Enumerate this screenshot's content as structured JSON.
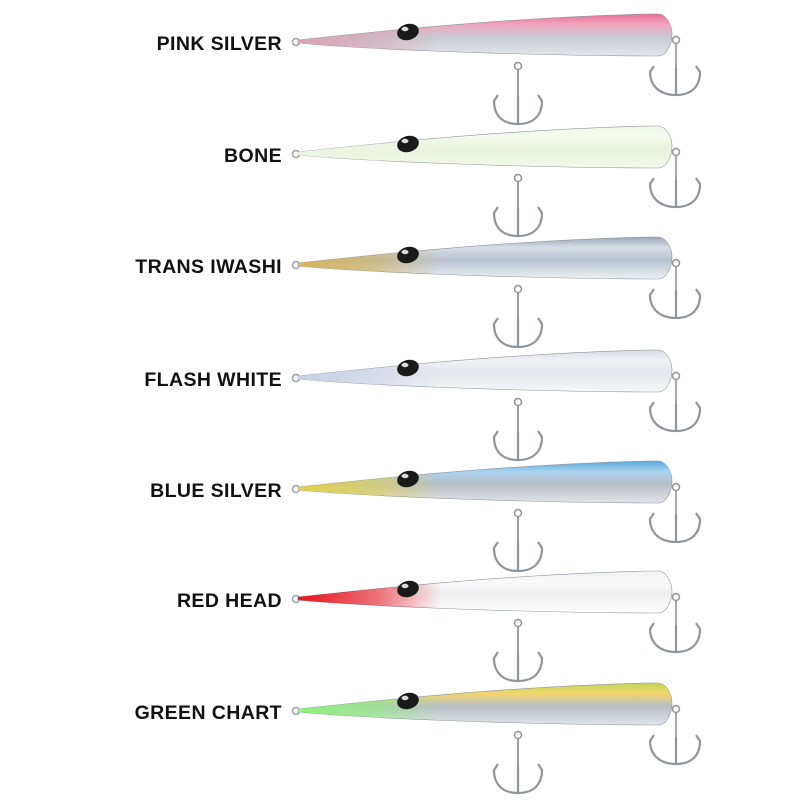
{
  "lures": [
    {
      "name": "PINK SILVER",
      "colors": {
        "top": "#f2a6bf",
        "top2": "#e86f98",
        "belly": "#e3e6ea",
        "body": "#c7ccd2",
        "nose": "#d9a3b6"
      }
    },
    {
      "name": "BONE",
      "colors": {
        "top": "#f5fbef",
        "top2": "#eef7e5",
        "belly": "#f3f9ec",
        "body": "#e8f2dc",
        "nose": "#edf5e3"
      }
    },
    {
      "name": "TRANS IWASHI",
      "colors": {
        "top": "#d8dee6",
        "top2": "#9aa7b8",
        "belly": "#eef1f4",
        "body": "#b7c2cf",
        "nose": "#d6b25a"
      }
    },
    {
      "name": "FLASH WHITE",
      "colors": {
        "top": "#f0f2f5",
        "top2": "#d7dce3",
        "belly": "#f6f7f9",
        "body": "#e4e7ec",
        "nose": "#c8d0e4"
      }
    },
    {
      "name": "BLUE SILVER",
      "colors": {
        "top": "#a9d3f0",
        "top2": "#5aa7dc",
        "belly": "#e2e5e9",
        "body": "#b8bec6",
        "nose": "#e2d04a"
      }
    },
    {
      "name": "RED HEAD",
      "colors": {
        "top": "#fafafa",
        "top2": "#f1f1f1",
        "belly": "#ffffff",
        "body": "#eeeeee",
        "nose": "#e8101c"
      }
    },
    {
      "name": "GREEN CHART",
      "colors": {
        "top": "#f3d66b",
        "top2": "#c2d65b",
        "belly": "#e2e5e9",
        "body": "#b8bec6",
        "nose": "#8ef07b"
      }
    }
  ]
}
